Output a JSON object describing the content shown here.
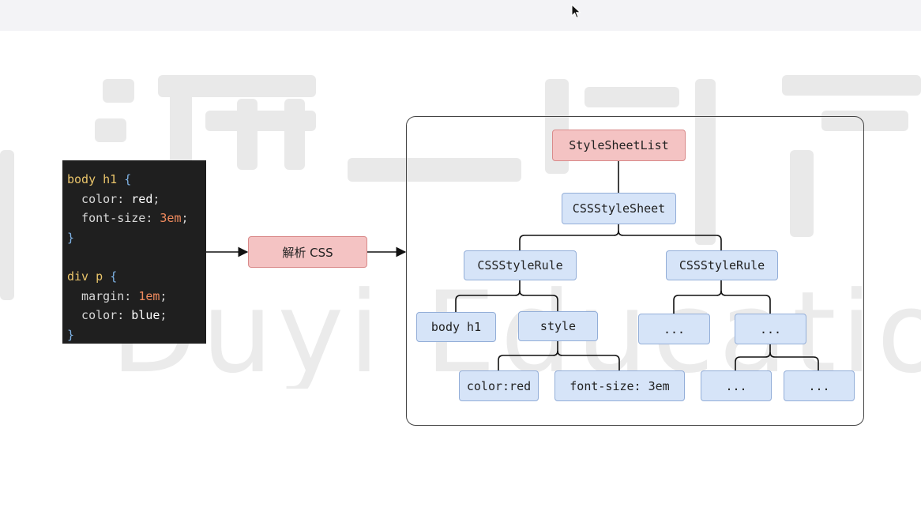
{
  "code": {
    "lines": [
      [
        {
          "t": "body h1 ",
          "c": "sel"
        },
        {
          "t": "{",
          "c": "brace"
        }
      ],
      [
        {
          "t": "  color: ",
          "c": "prop"
        },
        {
          "t": "red",
          "c": "val"
        },
        {
          "t": ";",
          "c": "prop"
        }
      ],
      [
        {
          "t": "  font-size: ",
          "c": "prop"
        },
        {
          "t": "3em",
          "c": "num"
        },
        {
          "t": ";",
          "c": "prop"
        }
      ],
      [
        {
          "t": "}",
          "c": "brace"
        }
      ],
      [
        {
          "t": "",
          "c": "prop"
        }
      ],
      [
        {
          "t": "div p ",
          "c": "sel"
        },
        {
          "t": "{",
          "c": "brace"
        }
      ],
      [
        {
          "t": "  margin: ",
          "c": "prop"
        },
        {
          "t": "1em",
          "c": "num"
        },
        {
          "t": ";",
          "c": "prop"
        }
      ],
      [
        {
          "t": "  color: ",
          "c": "prop"
        },
        {
          "t": "blue",
          "c": "val"
        },
        {
          "t": ";",
          "c": "prop"
        }
      ],
      [
        {
          "t": "}",
          "c": "brace"
        }
      ]
    ]
  },
  "parse_label": "解析 CSS",
  "watermark": "Duyi Education",
  "tree": {
    "root": "StyleSheetList",
    "sheet": "CSSStyleSheet",
    "rule_left": "CSSStyleRule",
    "rule_right": "CSSStyleRule",
    "selector": "body h1",
    "style": "style",
    "decl_color": "color:red",
    "decl_size": "font-size: 3em",
    "ellipsis": "..."
  },
  "colors": {
    "blue_node": "#d6e4f8",
    "red_node": "#f4c3c3",
    "code_bg": "#1f1f1f"
  }
}
